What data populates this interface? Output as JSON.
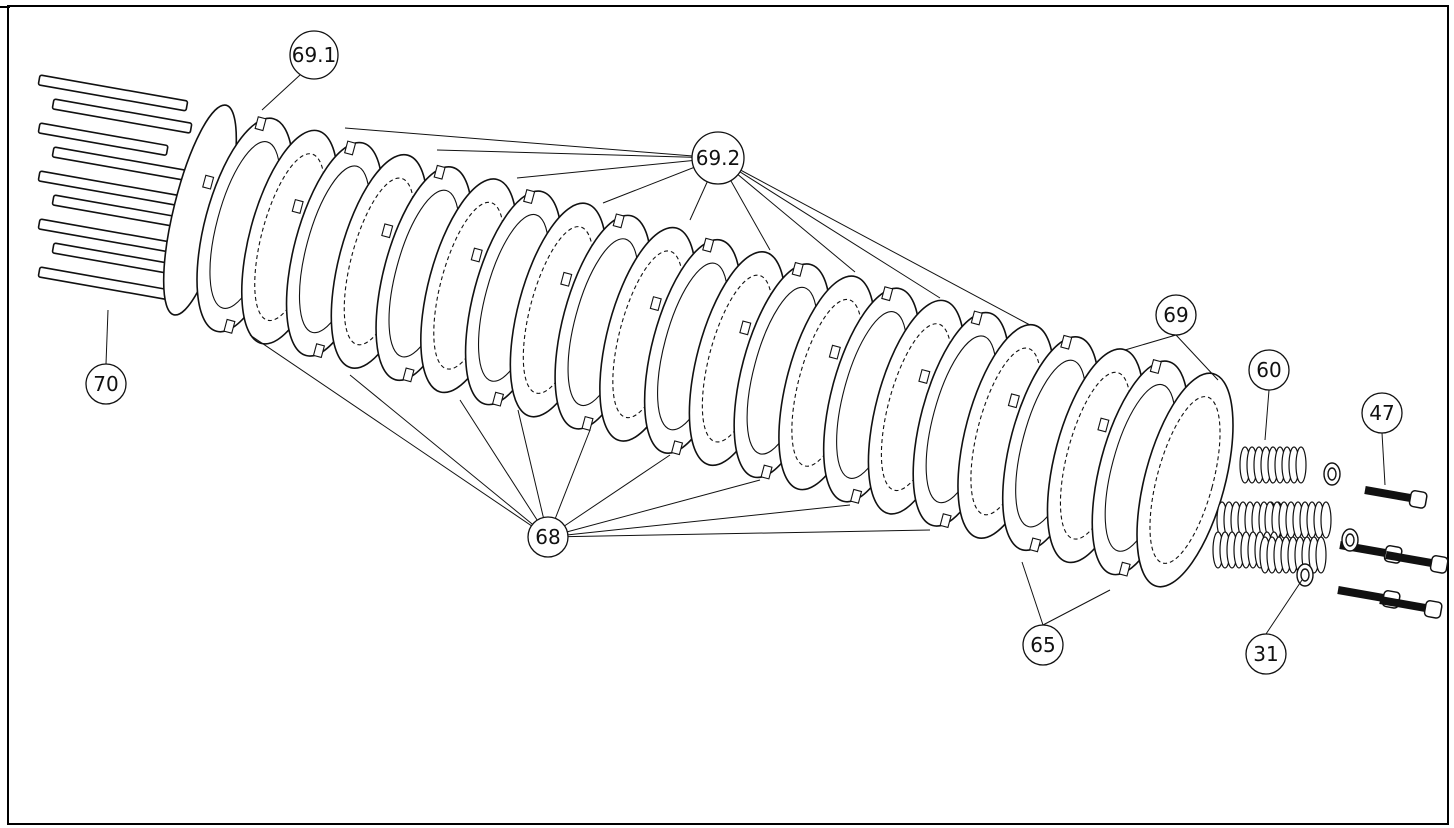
{
  "diagram": {
    "callouts": [
      {
        "id": "c-69-1",
        "label": "69.1"
      },
      {
        "id": "c-69-2",
        "label": "69.2"
      },
      {
        "id": "c-69",
        "label": "69"
      },
      {
        "id": "c-60",
        "label": "60"
      },
      {
        "id": "c-47",
        "label": "47"
      },
      {
        "id": "c-70",
        "label": "70"
      },
      {
        "id": "c-68",
        "label": "68"
      },
      {
        "id": "c-65",
        "label": "65"
      },
      {
        "id": "c-31",
        "label": "31"
      }
    ],
    "colors": {
      "line": "#111111",
      "plate_fill": "#ffffff",
      "bolt": "#111111",
      "border": "#000000"
    }
  }
}
